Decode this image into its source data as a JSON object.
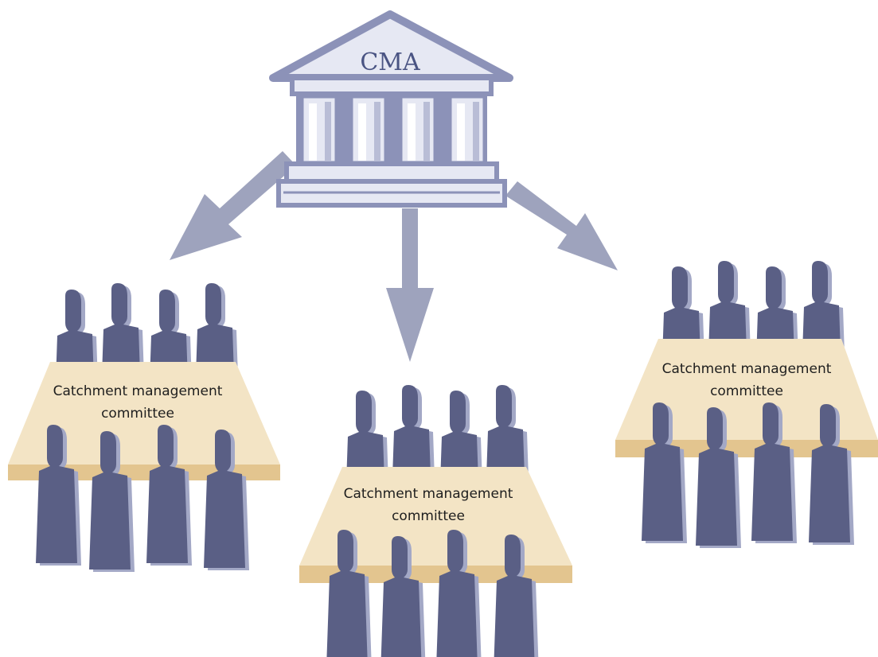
{
  "building": {
    "label": "CMA",
    "icon": "government-building-icon"
  },
  "committees": [
    {
      "line1": "Catchment management",
      "line2": "committee"
    },
    {
      "line1": "Catchment management",
      "line2": "committee"
    },
    {
      "line1": "Catchment management",
      "line2": "committee"
    }
  ],
  "colors": {
    "building_stroke": "#8c92b8",
    "building_fill": "#e6e8f3",
    "arrow": "#9ea3bd",
    "person": "#5a5f85",
    "person_shadow": "#a3a8c6",
    "table_top": "#f3e4c5",
    "table_edge": "#e3c58f"
  }
}
